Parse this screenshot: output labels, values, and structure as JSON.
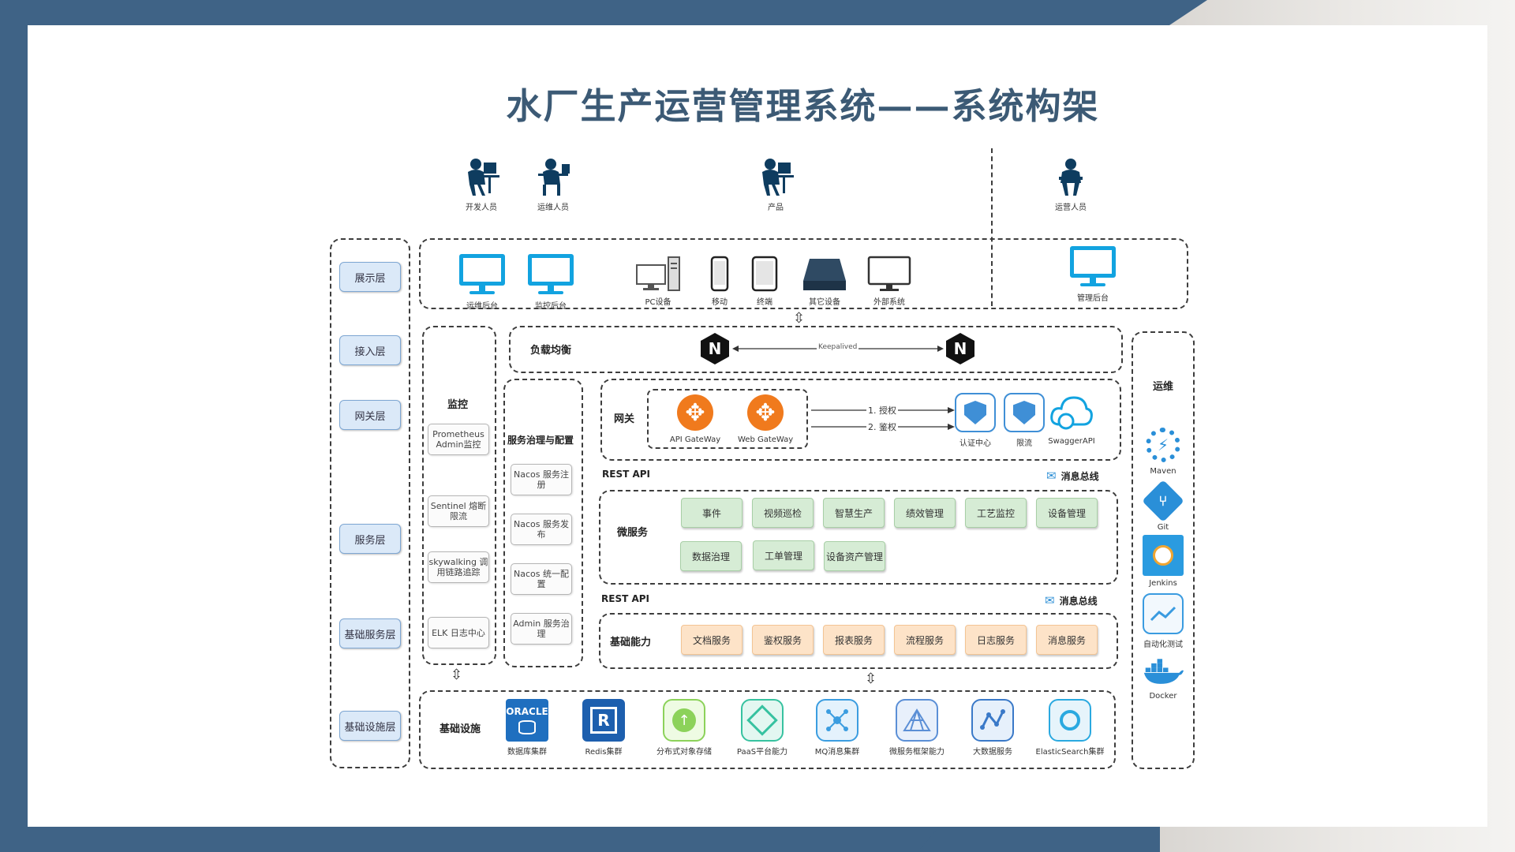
{
  "title": "水厂生产运营管理系统——系统构架",
  "users": {
    "developer": "开发人员",
    "ops_staff": "运维人员",
    "product": "产品",
    "operations": "运营人员"
  },
  "layers": [
    "展示层",
    "接入层",
    "网关层",
    "服务层",
    "基础服务层",
    "基础设施层"
  ],
  "presentation": {
    "ops_console": "运维后台",
    "monitor_console": "监控后台",
    "pc": "PC设备",
    "mobile": "移动",
    "terminal": "终端",
    "other_device": "其它设备",
    "external": "外部系统",
    "admin_console": "管理后台"
  },
  "access": {
    "label": "负载均衡",
    "nginx_letter": "N",
    "keepalived": "Keepalived"
  },
  "gateway": {
    "label": "网关",
    "api_gateway": "API GateWay",
    "web_gateway": "Web GateWay",
    "auth_line": "1. 授权",
    "verify_line": "2. 鉴权",
    "auth_center": "认证中心",
    "rate_limit": "限流",
    "swagger": "SwaggerAPI"
  },
  "monitoring": {
    "label": "监控",
    "items": [
      "Prometheus Admin监控",
      "Sentinel 熔断限流",
      "skywalking 调用链路追踪",
      "ELK 日志中心"
    ]
  },
  "governance": {
    "label": "服务治理与配置",
    "items": [
      "Nacos 服务注册",
      "Nacos 服务发布",
      "Nacos 统一配置",
      "Admin 服务治理"
    ]
  },
  "rest_api": "REST API",
  "message_bus": "消息总线",
  "microservices": {
    "label": "微服务",
    "items": [
      "事件",
      "视频巡检",
      "智慧生产",
      "绩效管理",
      "工艺监控",
      "设备管理",
      "数据治理",
      "工单管理",
      "设备资产管理"
    ]
  },
  "basic_capabilities": {
    "label": "基础能力",
    "items": [
      "文档服务",
      "鉴权服务",
      "报表服务",
      "流程服务",
      "日志服务",
      "消息服务"
    ]
  },
  "infrastructure": {
    "label": "基础设施",
    "oracle_text": "ORACLE",
    "redis_letter": "R",
    "items": [
      "数据库集群",
      "Redis集群",
      "分布式对象存储",
      "PaaS平台能力",
      "MQ消息集群",
      "微服务框架能力",
      "大数据服务",
      "ElasticSearch集群"
    ]
  },
  "ops": {
    "label": "运维",
    "items": [
      "Maven",
      "Git",
      "Jenkins",
      "自动化测试",
      "Docker"
    ]
  },
  "colors": {
    "slide_frame": "#3f6386",
    "title": "#3c5a75",
    "accent_blue": "#12a3e0",
    "gateway_orange": "#f07a1d",
    "microservice_green": "#d6ecd5",
    "capability_peach": "#fde3c8"
  }
}
